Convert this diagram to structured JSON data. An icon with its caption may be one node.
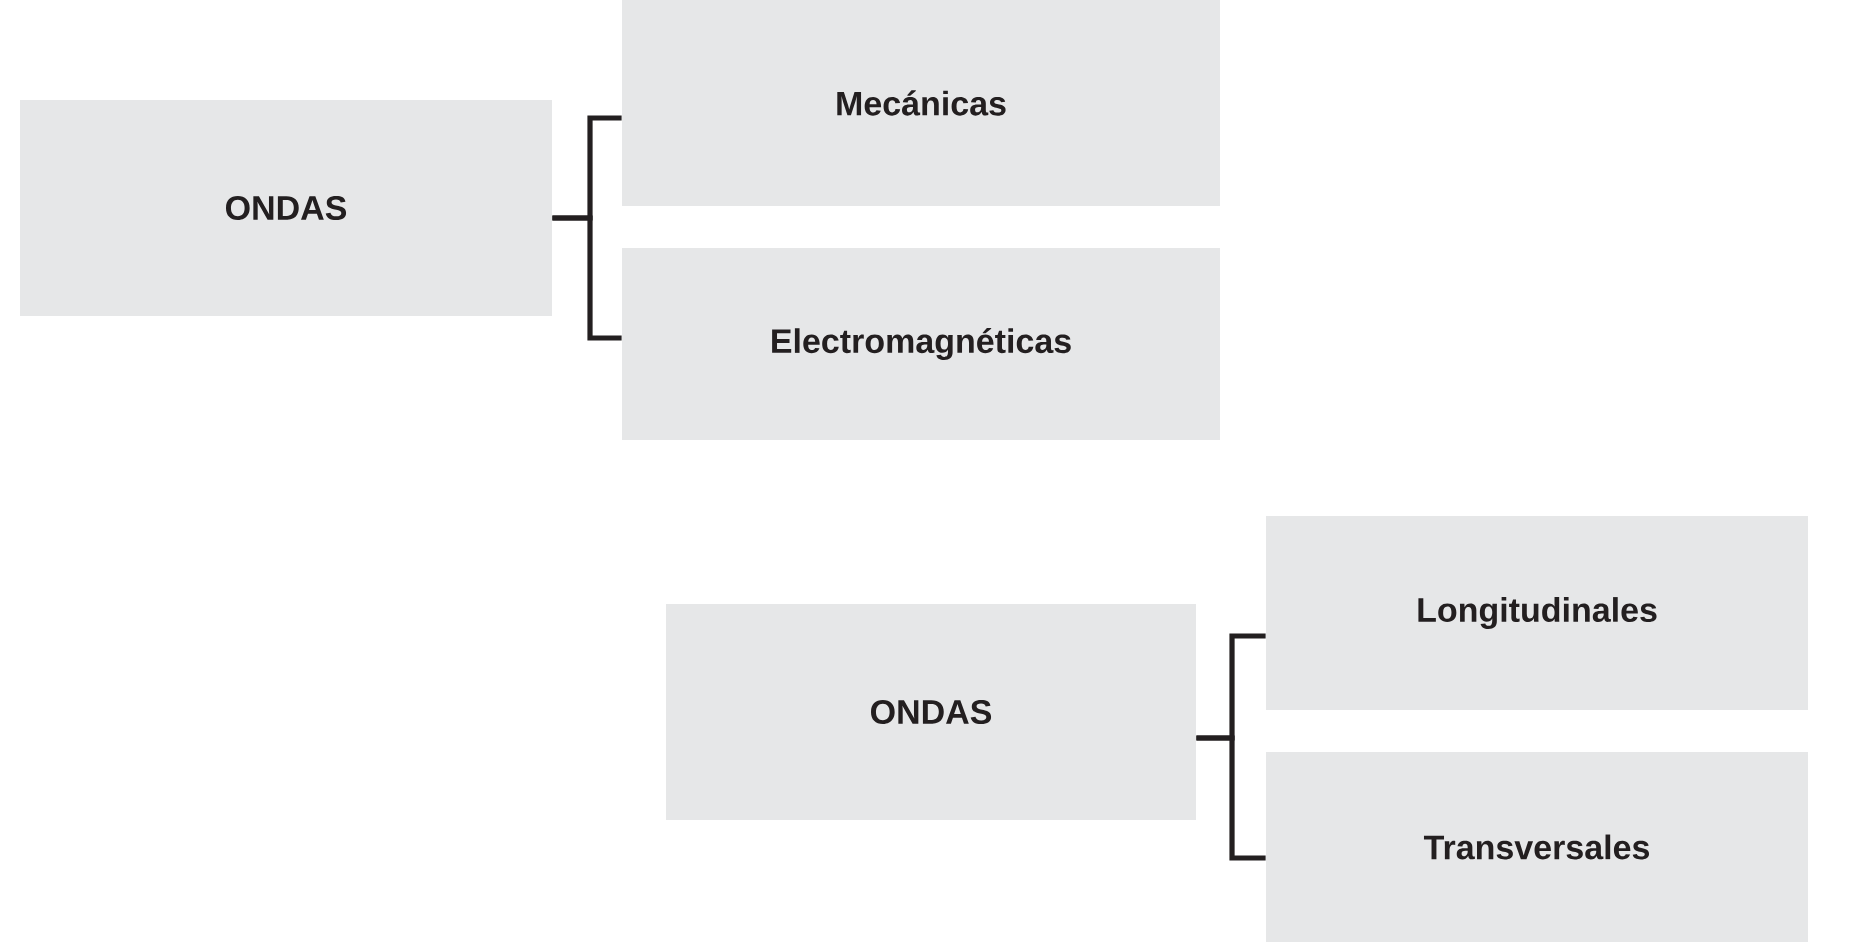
{
  "diagram": {
    "nodes": [
      {
        "text": [
          "ONDAS"
        ]
      },
      {
        "text": [
          "Mecánicas"
        ]
      },
      {
        "text": [
          "Electromagnéticas"
        ]
      },
      {
        "text": [
          "ONDAS"
        ]
      },
      {
        "text": [
          "Longitudinales"
        ]
      },
      {
        "text": [
          "Transversales"
        ]
      }
    ],
    "edges": [
      {
        "from": 0,
        "to": 1,
        "arrow": "none"
      },
      {
        "from": 0,
        "to": 2,
        "arrow": "none"
      },
      {
        "from": 3,
        "to": 4,
        "arrow": "none"
      },
      {
        "from": 3,
        "to": 5,
        "arrow": "none"
      }
    ]
  }
}
